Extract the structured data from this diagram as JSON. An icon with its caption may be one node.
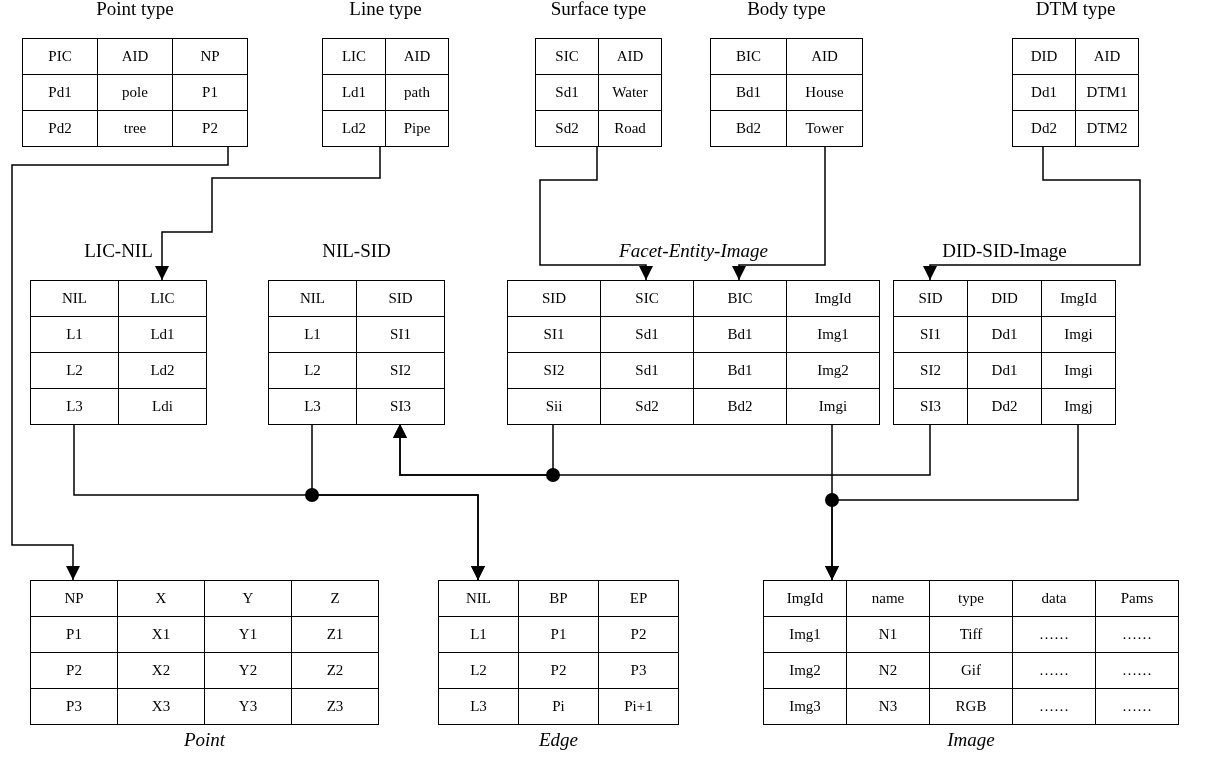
{
  "diagram": {
    "nodes": [
      {
        "text": [
          "Point type",
          "PIC",
          "AID",
          "NP",
          "Pd1",
          "pole",
          "P1",
          "Pd2",
          "tree",
          "P2"
        ]
      },
      {
        "text": [
          "Line type",
          "LIC",
          "AID",
          "Ld1",
          "path",
          "Ld2",
          "Pipe"
        ]
      },
      {
        "text": [
          "Surface type",
          "SIC",
          "AID",
          "Sd1",
          "Water",
          "Sd2",
          "Road"
        ]
      },
      {
        "text": [
          "Body type",
          "BIC",
          "AID",
          "Bd1",
          "House",
          "Bd2",
          "Tower"
        ]
      },
      {
        "text": [
          "DTM type",
          "DID",
          "AID",
          "Dd1",
          "DTM1",
          "Dd2",
          "DTM2"
        ]
      },
      {
        "text": [
          "LIC-NIL",
          "NIL",
          "LIC",
          "L1",
          "Ld1",
          "L2",
          "Ld2",
          "L3",
          "Ldi"
        ]
      },
      {
        "text": [
          "NIL-SID",
          "NIL",
          "SID",
          "L1",
          "SI1",
          "L2",
          "SI2",
          "L3",
          "SI3"
        ]
      },
      {
        "text": [
          "Facet-Entity-Image",
          "SID",
          "SIC",
          "BIC",
          "ImgId",
          "SI1",
          "Sd1",
          "Bd1",
          "Img1",
          "SI2",
          "Sd1",
          "Bd1",
          "Img2",
          "Sii",
          "Sd2",
          "Bd2",
          "Imgi"
        ]
      },
      {
        "text": [
          "DID-SID-Image",
          "SID",
          "DID",
          "ImgId",
          "SI1",
          "Dd1",
          "Imgi",
          "SI2",
          "Dd1",
          "Imgi",
          "SI3",
          "Dd2",
          "Imgj"
        ]
      },
      {
        "text": [
          "NP",
          "X",
          "Y",
          "Z",
          "P1",
          "X1",
          "Y1",
          "Z1",
          "P2",
          "X2",
          "Y2",
          "Z2",
          "P3",
          "X3",
          "Y3",
          "Z3",
          "Point"
        ]
      },
      {
        "text": [
          "NIL",
          "BP",
          "EP",
          "L1",
          "P1",
          "P2",
          "L2",
          "P2",
          "P3",
          "L3",
          "Pi",
          "Pi+1",
          "Edge"
        ]
      },
      {
        "text": [
          "ImgId",
          "name",
          "type",
          "data",
          "Pams",
          "Img1",
          "N1",
          "Tiff",
          "……",
          "……",
          "Img2",
          "N2",
          "Gif",
          "……",
          "……",
          "Img3",
          "N3",
          "RGB",
          "……",
          "……",
          "Image"
        ]
      }
    ],
    "edges": [
      {
        "from": 0,
        "to": 9,
        "arrow": "to"
      },
      {
        "from": 1,
        "to": 5,
        "arrow": "to"
      },
      {
        "from": 2,
        "to": 7,
        "arrow": "to"
      },
      {
        "from": 3,
        "to": 7,
        "arrow": "to"
      },
      {
        "from": 4,
        "to": 8,
        "arrow": "to"
      },
      {
        "from": 5,
        "to": 10,
        "arrow": "to"
      },
      {
        "from": 6,
        "to": 10,
        "arrow": "to"
      },
      {
        "from": 7,
        "to": 6,
        "arrow": "to"
      },
      {
        "from": 8,
        "to": 6,
        "arrow": "to"
      },
      {
        "from": 7,
        "to": 11,
        "arrow": "to"
      },
      {
        "from": 8,
        "to": 11,
        "arrow": "to"
      }
    ]
  }
}
